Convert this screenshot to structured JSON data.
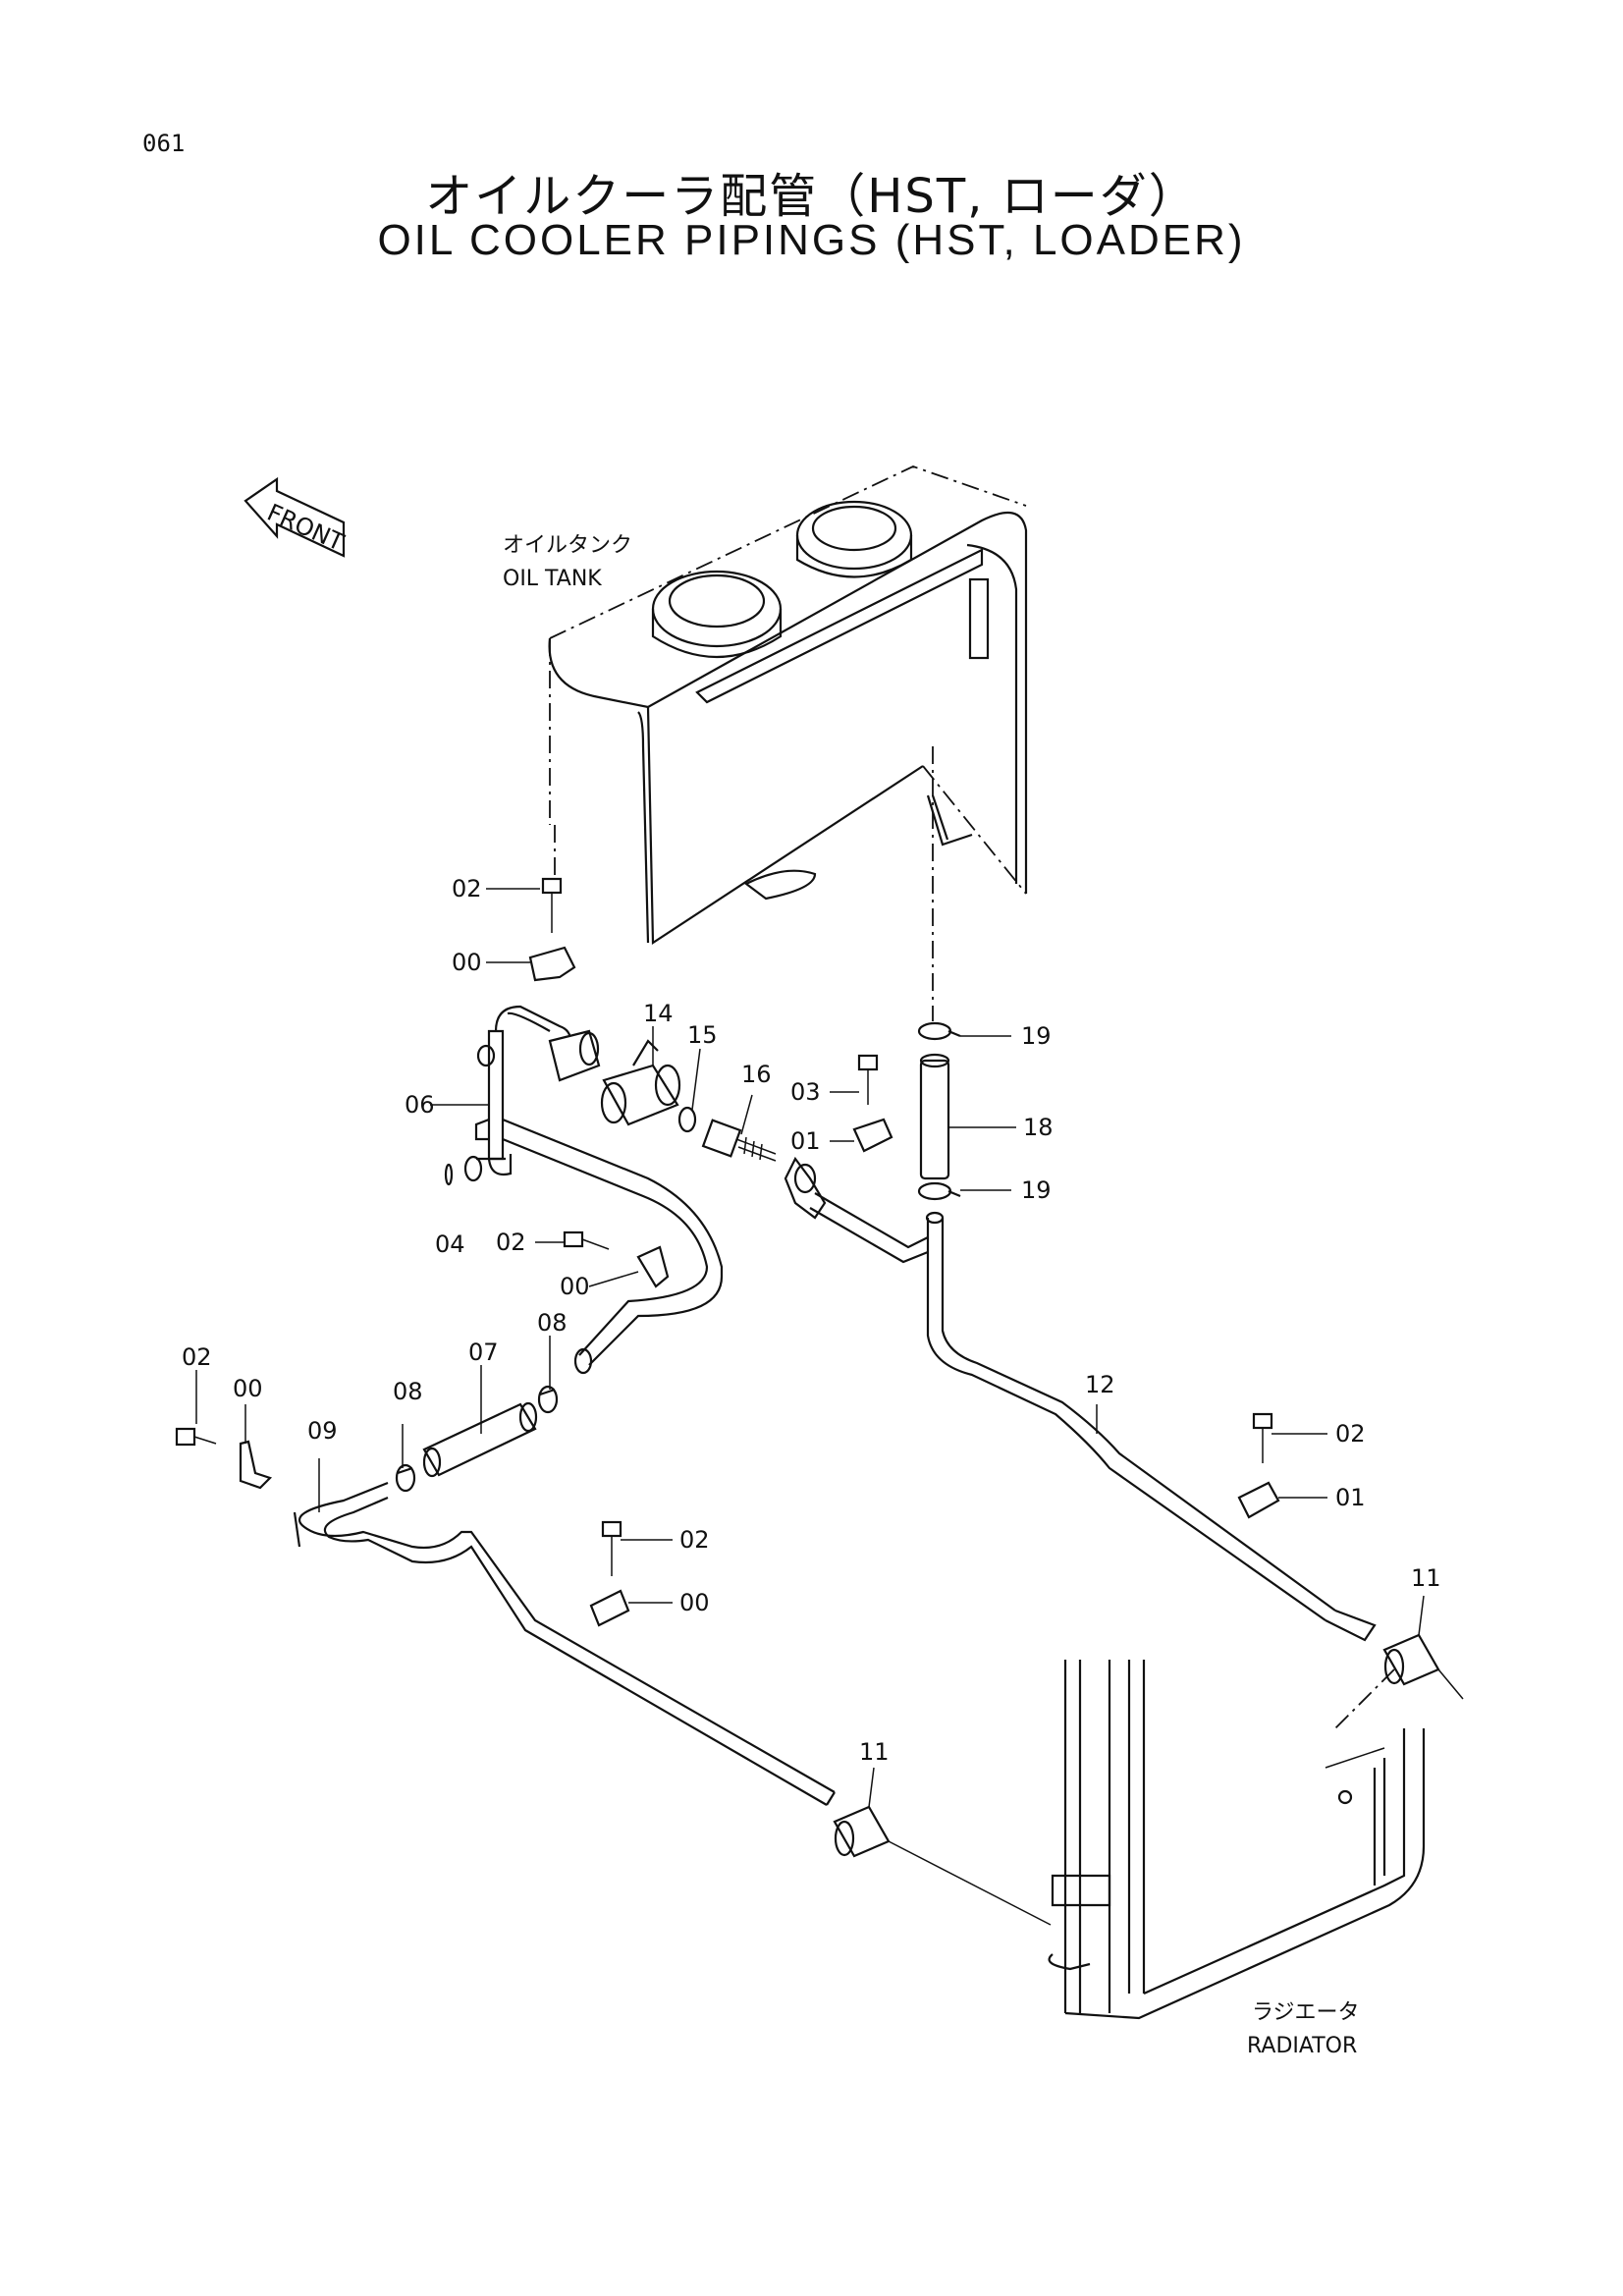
{
  "page_number": "061",
  "title_jp": "オイルクーラ配管（HST, ローダ）",
  "title_en": "OIL COOLER PIPINGS (HST, LOADER)",
  "front_label": "FRONT",
  "components": {
    "oil_tank_jp": "オイルタンク",
    "oil_tank_en": "OIL TANK",
    "radiator_jp": "ラジエータ",
    "radiator_en": "RADIATOR"
  },
  "callouts": {
    "c02a": "02",
    "c00a": "00",
    "c14": "14",
    "c15": "15",
    "c16": "16",
    "c06": "06",
    "c04": "04",
    "c02b": "02",
    "c00b": "00",
    "c08a": "08",
    "c07": "07",
    "c08b": "08",
    "c09": "09",
    "c02c": "02",
    "c00c": "00",
    "c03": "03",
    "c01a": "01",
    "c19a": "19",
    "c18": "18",
    "c19b": "19",
    "c12": "12",
    "c02d": "02",
    "c01b": "01",
    "c11a": "11",
    "c02e": "02",
    "c00d": "00",
    "c11b": "11"
  }
}
